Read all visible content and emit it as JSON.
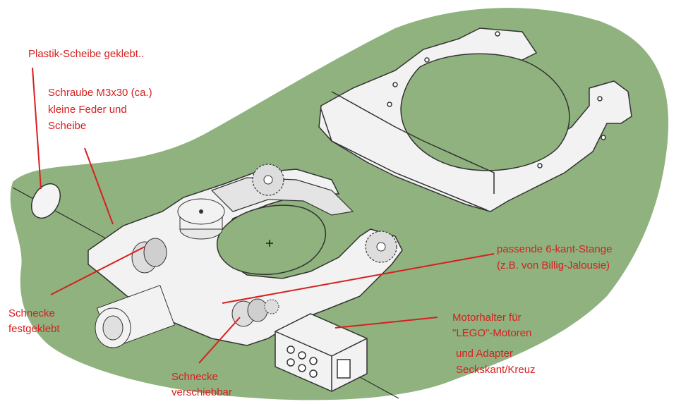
{
  "labels": {
    "plastic_disc": "Plastik-Scheibe geklebt..",
    "screw_1": "Schraube M3x30 (ca.)",
    "screw_2": "kleine Feder und",
    "screw_3": "Scheibe",
    "worm_fixed_1": "Schnecke",
    "worm_fixed_2": "festgeklebt",
    "worm_slide_1": "Schnecke",
    "worm_slide_2": "verschiebbar",
    "hex_rod_1": "passende 6-kant-Stange",
    "hex_rod_2": "(z.B. von Billig-Jalousie)",
    "motor_1": "Motorhalter für",
    "motor_2": "\"LEGO\"-Motoren",
    "adapter_1": "und Adapter",
    "adapter_2": "Seckskant/Kreuz"
  },
  "colors": {
    "background_blob": "#8fb27f",
    "annotation": "#d62020",
    "part_fill": "#f2f2f2",
    "part_edge": "#333333"
  },
  "icons": [
    "center-cross-icon"
  ]
}
